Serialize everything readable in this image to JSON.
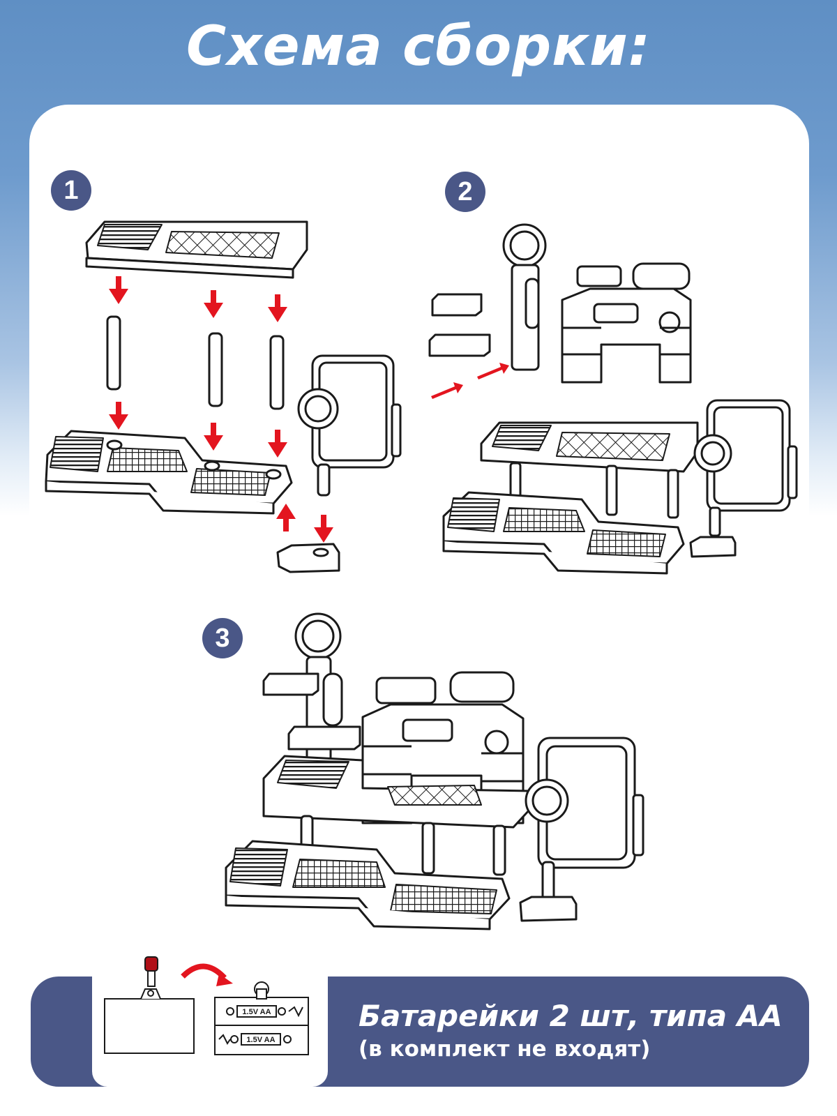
{
  "title": "Схема сборки:",
  "steps": [
    {
      "number": "1"
    },
    {
      "number": "2"
    },
    {
      "number": "3"
    }
  ],
  "battery_note": {
    "line1": "Батарейки 2 шт, типа АА",
    "line2": "(в комплект не входят)",
    "cell_label": "1.5V AA"
  },
  "colors": {
    "header_blue": "#5f8fc4",
    "badge": "#4a5787",
    "arrow_red": "#e3151f",
    "outline": "#1a1a1a"
  }
}
